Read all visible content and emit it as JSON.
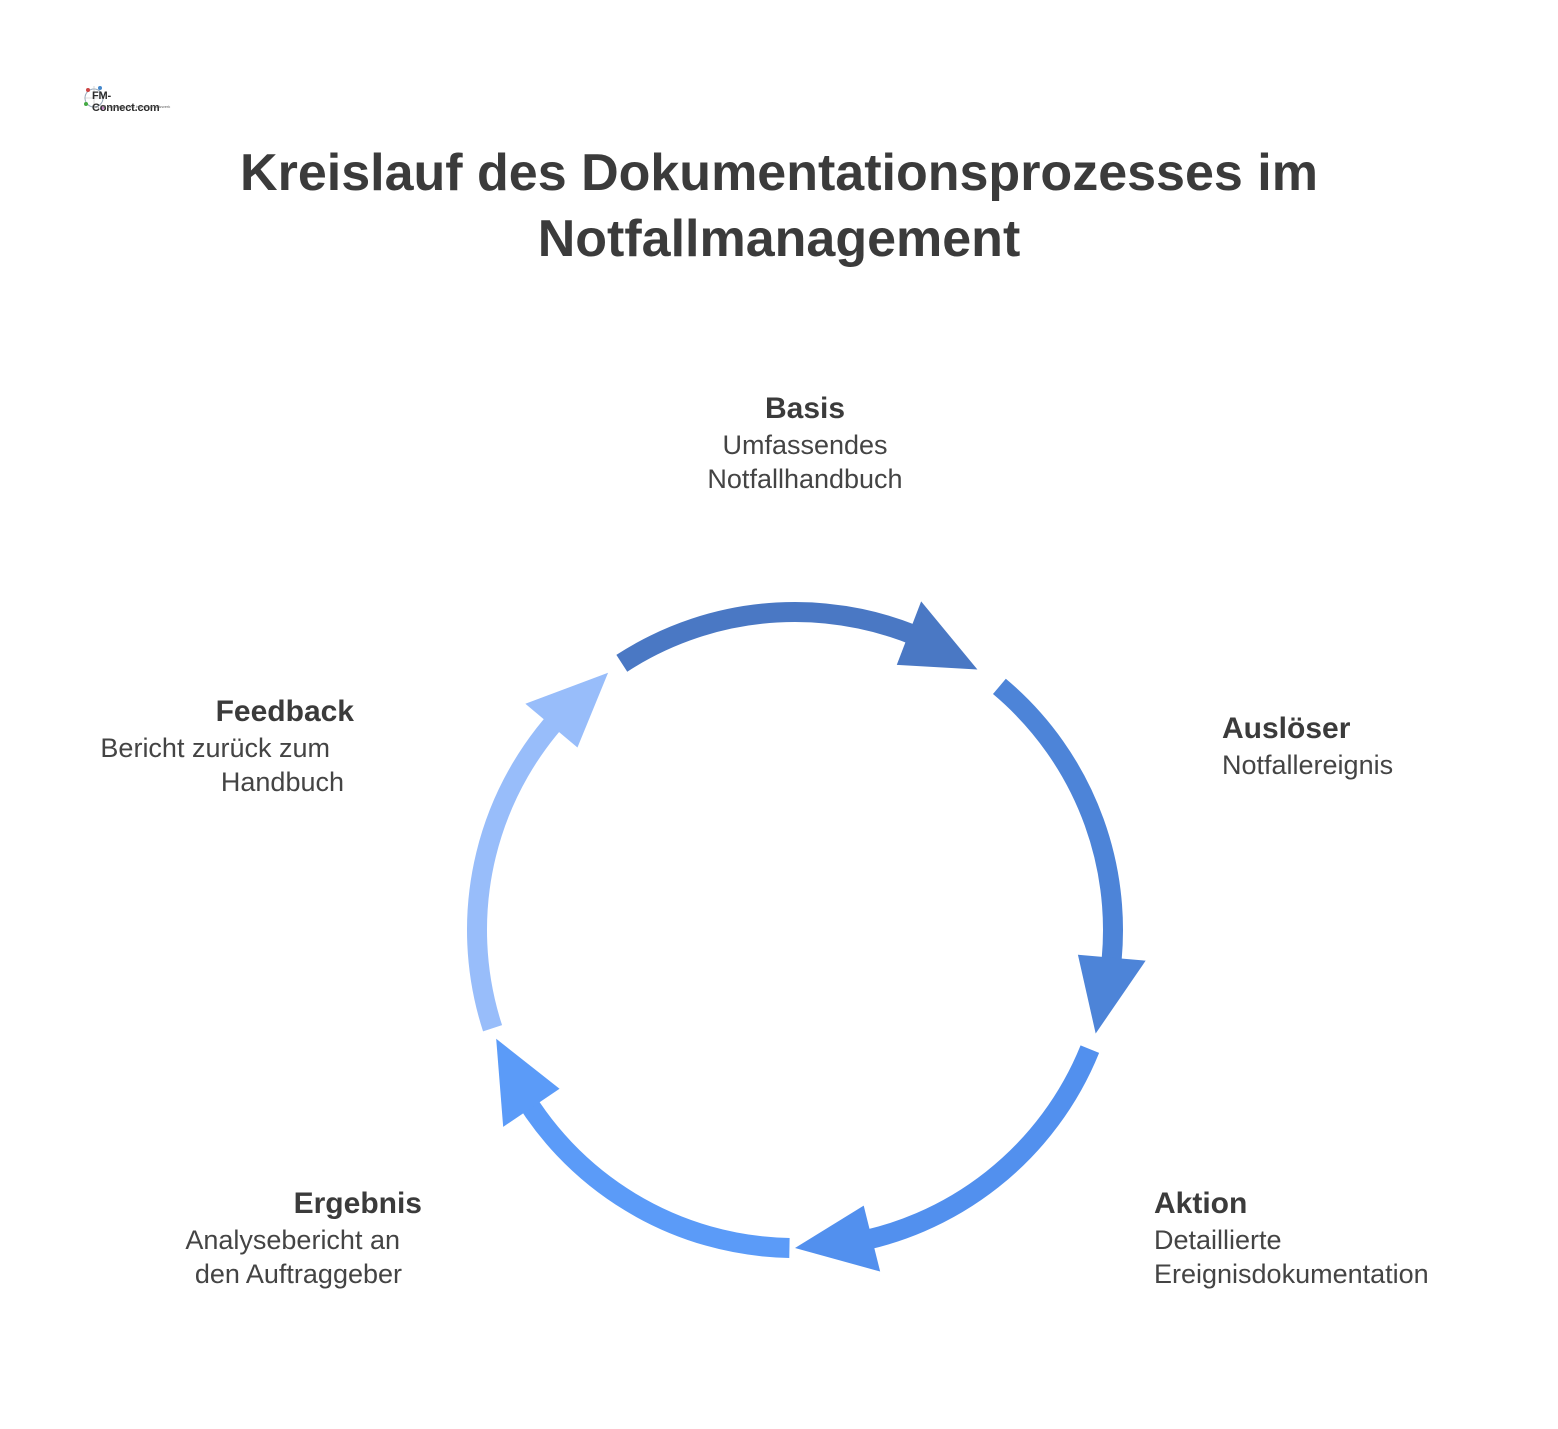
{
  "logo": {
    "name": "FM-Connect.com",
    "subtitle": "Das FM Beratungs- und Ingenieur-Netzwerk"
  },
  "title": {
    "line1": "Kreislauf des Dokumentationsprozesses im",
    "line2": "Notfallmanagement"
  },
  "stages": [
    {
      "head": "Basis",
      "desc1": "Umfassendes",
      "desc2": "Notfallhandbuch",
      "color": "#4a78c4"
    },
    {
      "head": "Auslöser",
      "desc1": "Notfallereignis",
      "desc2": "",
      "color": "#4d84d8"
    },
    {
      "head": "Aktion",
      "desc1": "Detaillierte",
      "desc2": "Ereignisdokumentation",
      "color": "#5290ee"
    },
    {
      "head": "Ergebnis",
      "desc1": "Analysebericht an",
      "desc2": "den Auftraggeber",
      "color": "#5b9bf8"
    },
    {
      "head": "Feedback",
      "desc1": "Bericht zurück zum",
      "desc2": "Handbuch",
      "color": "#98bdfa"
    }
  ]
}
